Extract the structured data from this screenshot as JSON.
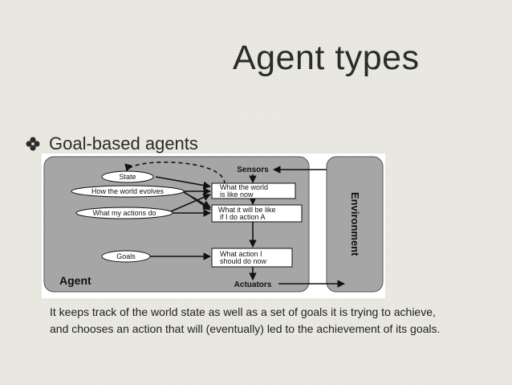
{
  "slide": {
    "title": "Agent types",
    "bullet": "Goal-based agents",
    "caption_line1": "It keeps track of the world state as well as a set of goals it is trying to achieve,",
    "caption_line2": "and chooses an action that will (eventually) led to the achievement of its goals."
  },
  "diagram": {
    "agent_label": "Agent",
    "environment_label": "Environment",
    "sensors_label": "Sensors",
    "actuators_label": "Actuators",
    "state_label": "State",
    "world_evolves_label": "How the world evolves",
    "actions_do_label": "What my actions do",
    "goals_label": "Goals",
    "world_now_line1": "What the world",
    "world_now_line2": "is like now",
    "world_future_line1": "What it will be like",
    "world_future_line2": "if I do action A",
    "action_line1": "What action I",
    "action_line2": "should do now"
  },
  "colors": {
    "agent_fill": "#a6a6a6",
    "environment_fill": "#a6a6a6",
    "diagram_background": "#ffffff",
    "box_fill": "#ffffff",
    "bullet_icon": "#2b2b2b"
  }
}
